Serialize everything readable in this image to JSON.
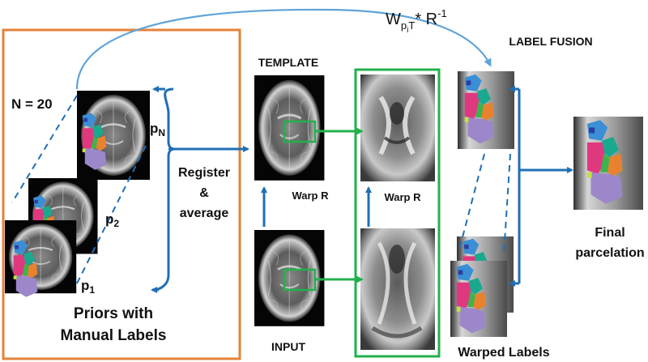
{
  "formula": {
    "main": "W",
    "sub": "p",
    "subsub": "i",
    "subT": "T",
    "rest": "* R",
    "exp": "-1"
  },
  "labels": {
    "label_fusion": "LABEL FUSION",
    "template": "TEMPLATE",
    "input": "INPUT",
    "n_count": "N = 20",
    "pn": "p",
    "pn_sub": "N",
    "p2": "p",
    "p2_sub": "2",
    "p1": "p",
    "p1_sub": "1",
    "register_1": "Register",
    "register_2": "&",
    "register_3": "average",
    "warp_r_1": "Warp R",
    "warp_r_2": "Warp R",
    "priors_1": "Priors with",
    "priors_2": "Manual Labels",
    "warped_labels": "Warped Labels",
    "final_1": "Final",
    "final_2": "parcelation"
  },
  "colors": {
    "orange_box": "#e4823a",
    "green_box": "#22b14c",
    "blue_arrow": "#1f6fb5",
    "light_blue_arc": "#5fa3d8",
    "label_purple": "#9b87c9",
    "label_pink": "#e0387f",
    "label_teal": "#1aa98f",
    "label_green": "#3cb44b",
    "label_orange": "#e8822e",
    "label_blue": "#3a8fd6",
    "label_darkblue": "#2d3d9e"
  }
}
